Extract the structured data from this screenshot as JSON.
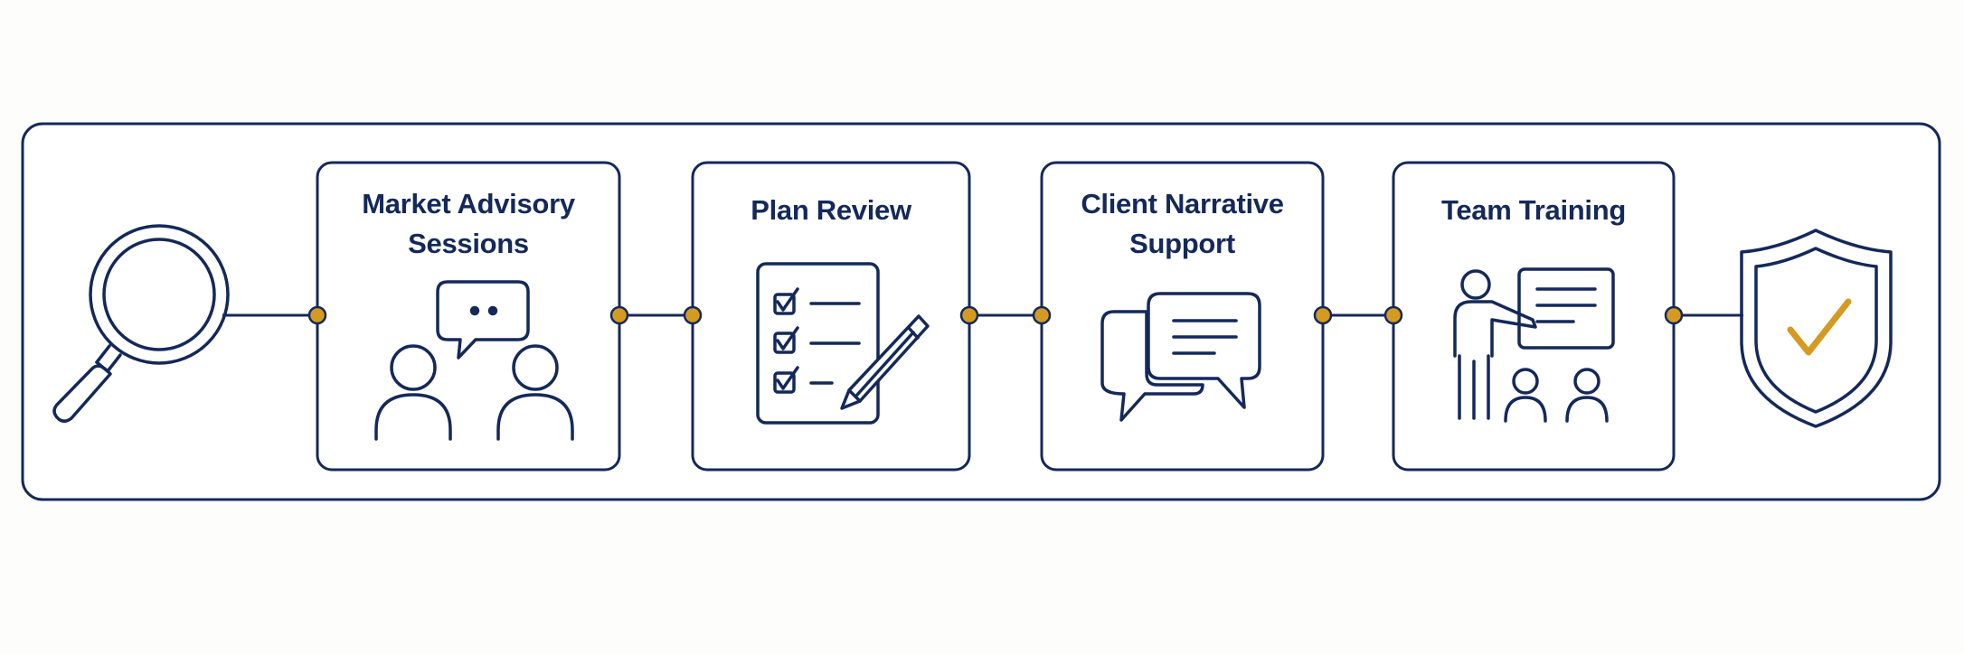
{
  "colors": {
    "navy": "#14295a",
    "gold": "#d49a21",
    "background": "#fdfdfc",
    "panel": "#ffffff"
  },
  "start_icon": "magnifying-glass-icon",
  "end_icon": "shield-check-icon",
  "steps": [
    {
      "lines": [
        "Market Advisory",
        "Sessions"
      ],
      "icon": "advisory-discussion-icon"
    },
    {
      "lines": [
        "Plan Review"
      ],
      "icon": "checklist-pencil-icon"
    },
    {
      "lines": [
        "Client Narrative",
        "Support"
      ],
      "icon": "chat-bubbles-icon"
    },
    {
      "lines": [
        "Team Training"
      ],
      "icon": "presentation-training-icon"
    }
  ]
}
